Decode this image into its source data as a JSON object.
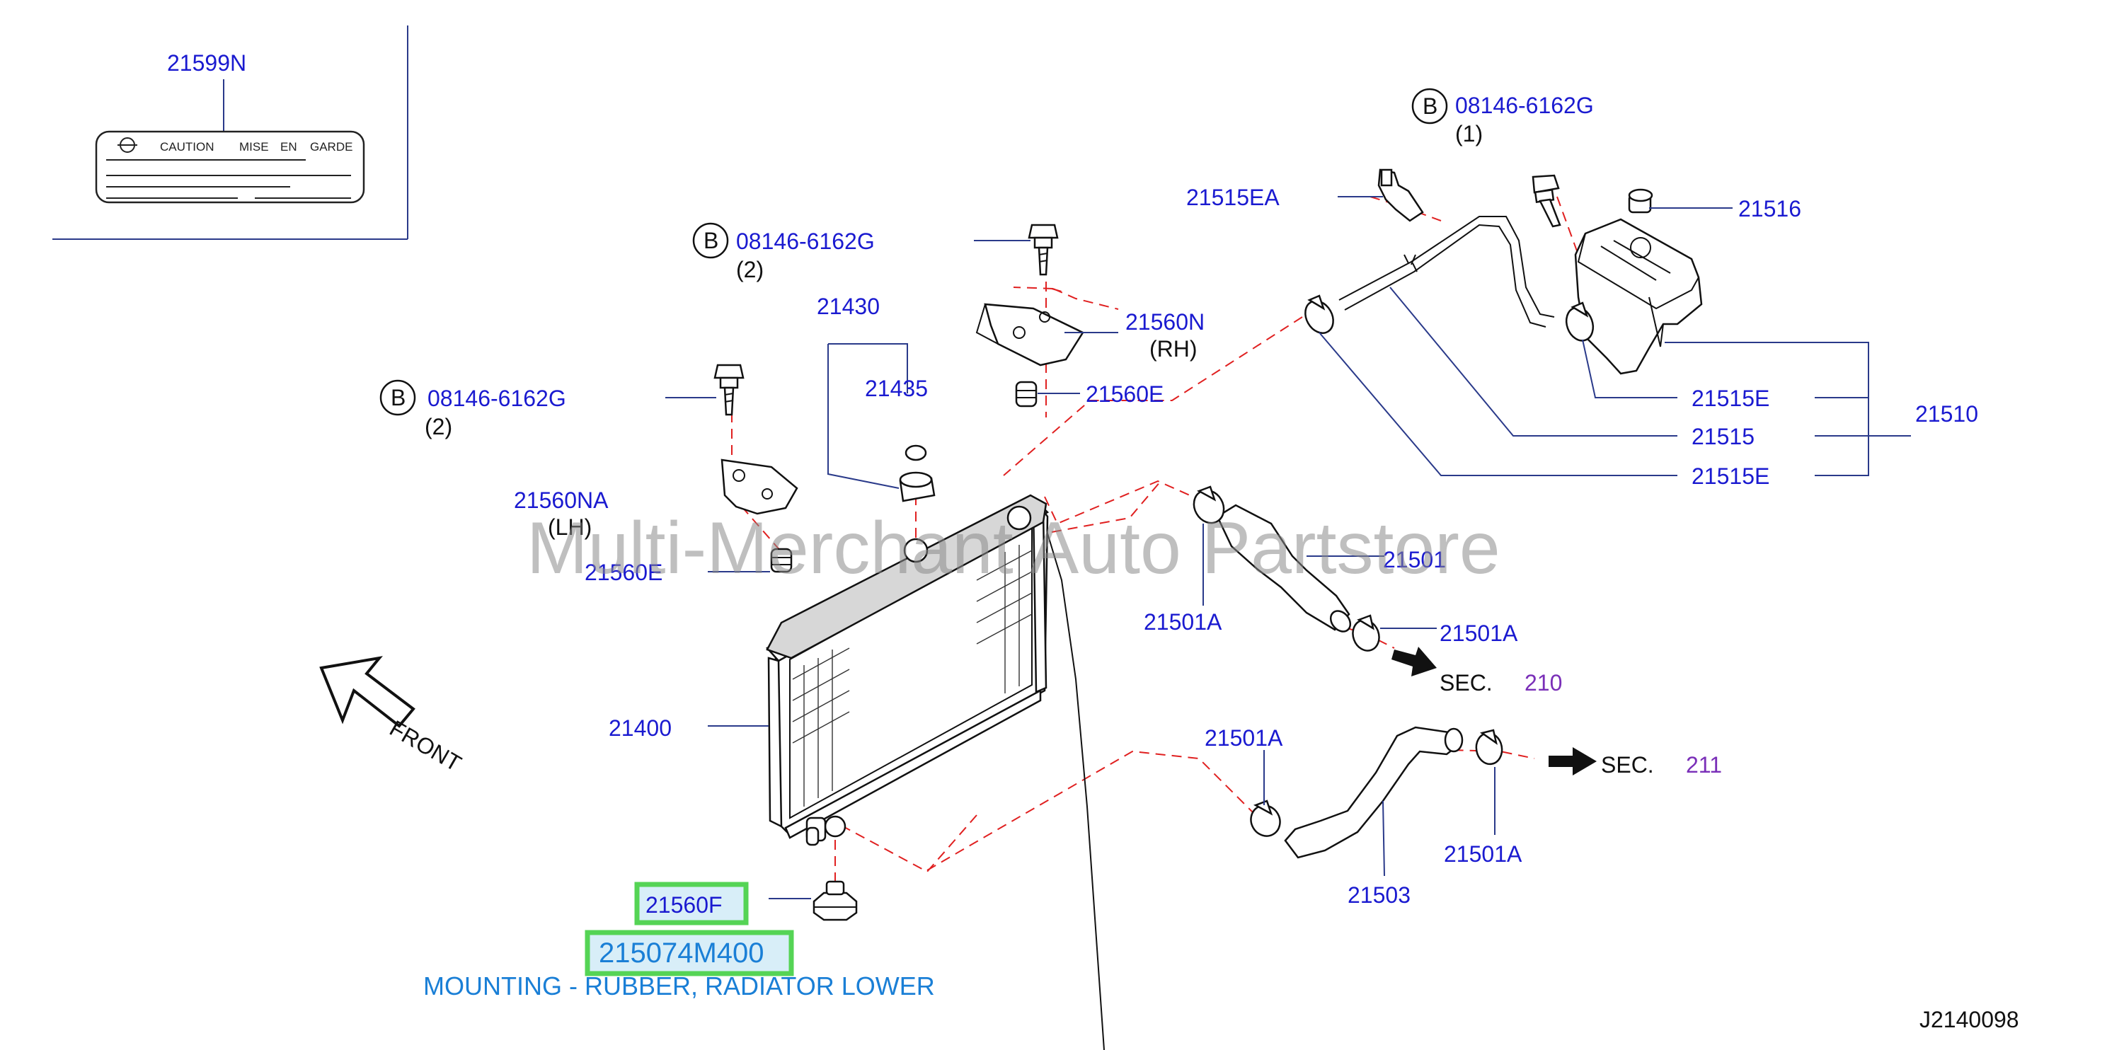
{
  "labels": {
    "label_21599N": "21599N",
    "label_caution": "CAUTION",
    "label_mise": "MISE",
    "label_en": "EN",
    "label_garde": "GARDE",
    "bolt_top_right": "08146-6162G",
    "bolt_top_right_qty": "(1)",
    "bolt_center": "08146-6162G",
    "bolt_center_qty": "(2)",
    "bolt_left": "08146-6162G",
    "bolt_left_qty": "(2)",
    "bolt_marker": "B",
    "p21515EA": "21515EA",
    "p21516": "21516",
    "p21430": "21430",
    "p21435": "21435",
    "p21560N": "21560N",
    "p21560N_side": "(RH)",
    "p21560E_right": "21560E",
    "p21560NA": "21560NA",
    "p21560NA_side": "(LH)",
    "p21560E_left": "21560E",
    "p21515E_top": "21515E",
    "p21515": "21515",
    "p21515E_bottom": "21515E",
    "p21510": "21510",
    "p21501": "21501",
    "p21501A_upper_left": "21501A",
    "p21501A_upper_right": "21501A",
    "p21400": "21400",
    "p21501A_lower_left": "21501A",
    "p21501A_lower_right": "21501A",
    "p21503": "21503",
    "p21560F": "21560F",
    "highlight_part": "215074M400",
    "highlight_desc": "MOUNTING - RUBBER, RADIATOR LOWER",
    "sec_prefix_1": "SEC.",
    "sec_num_1": "210",
    "sec_prefix_2": "SEC.",
    "sec_num_2": "211",
    "front": "FRONT",
    "watermark": "Multi-Merchant Auto Partstore",
    "diagram_id": "J2140098"
  },
  "colors": {
    "part_number": "#1a1ad0",
    "leader": "#2a3a8a",
    "dashed_line": "#e02020",
    "highlight_border": "#55d455",
    "highlight_fill": "#d8eef8",
    "description": "#1a7fd6",
    "section_ref": "#7a2fb8"
  }
}
